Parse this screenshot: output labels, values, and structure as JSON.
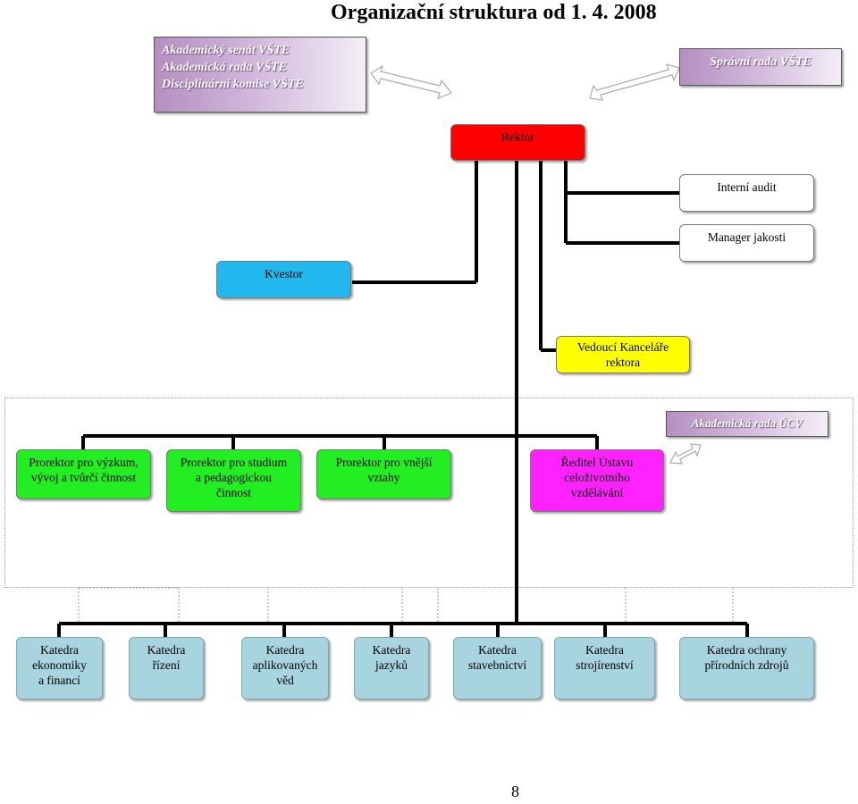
{
  "title": "Organizační struktura od 1. 4. 2008",
  "page_number": "8",
  "boxes": {
    "senat": "Akademický senát VŠTE\nAkademická rada VŠTE\nDisciplinární komise VŠTE",
    "spravni_rada": "Správní rada VŠTE",
    "rektor": "Rektor",
    "interni_audit": "Interní audit",
    "manager_jakosti": "Manager jakosti",
    "kvestor": "Kvestor",
    "vedouci_kancelare": "Vedoucí Kanceláře\nrektora",
    "akademicka_rada_ucv": "Akademická rada ÚCV",
    "prorektor_vyzkum": "Prorektor pro výzkum,\nvývoj a tvůrčí činnost",
    "prorektor_studium": "Prorektor pro studium\na pedagogickou\nčinnost",
    "prorektor_vztahy": "Prorektor pro vnější\nvztahy",
    "reditel_ucv": "Ředitel Ústavu\nceloživotního\nvzdělávání"
  },
  "katedry": [
    "Katedra\nekonomiky\na financí",
    "Katedra\nřízení",
    "Katedra\naplikovaných\nvěd",
    "Katedra\njazyků",
    "Katedra\nstavebnictví",
    "Katedra\nstrojírenství",
    "Katedra ochrany\npřírodních zdrojů"
  ],
  "colors": {
    "rektor": "#ff0000",
    "kvestor": "#22b8ee",
    "vedouci": "#ffff00",
    "prorektor": "#22ee22",
    "reditel": "#ff22ff",
    "katedra": "#a8d4e0",
    "rada": "#b48fc0"
  }
}
